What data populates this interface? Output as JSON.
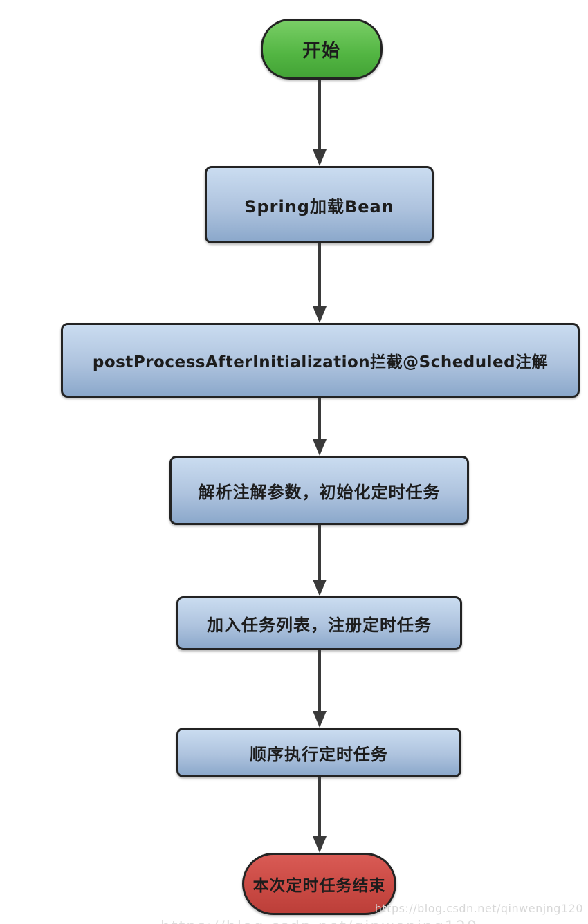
{
  "flowchart": {
    "nodes": [
      {
        "id": "start",
        "type": "start-terminator",
        "label": "开始"
      },
      {
        "id": "spring-load-bean",
        "type": "process",
        "label": "Spring加载Bean"
      },
      {
        "id": "post-process",
        "type": "process",
        "label": "postProcessAfterInitialization拦截@Scheduled注解"
      },
      {
        "id": "parse-annotation",
        "type": "process",
        "label": "解析注解参数，初始化定时任务"
      },
      {
        "id": "register-task",
        "type": "process",
        "label": "加入任务列表，注册定时任务"
      },
      {
        "id": "execute-task",
        "type": "process",
        "label": "顺序执行定时任务"
      },
      {
        "id": "end",
        "type": "end-terminator",
        "label": "本次定时任务结束"
      }
    ],
    "edges": [
      {
        "from": "start",
        "to": "spring-load-bean"
      },
      {
        "from": "spring-load-bean",
        "to": "post-process"
      },
      {
        "from": "post-process",
        "to": "parse-annotation"
      },
      {
        "from": "parse-annotation",
        "to": "register-task"
      },
      {
        "from": "register-task",
        "to": "execute-task"
      },
      {
        "from": "execute-task",
        "to": "end"
      }
    ],
    "colors": {
      "start_fill_top": "#79ce66",
      "start_fill_bottom": "#43a336",
      "process_fill_top": "#cadcf0",
      "process_fill_bottom": "#8ba8cb",
      "end_fill_top": "#d95b55",
      "end_fill_bottom": "#bc3f39",
      "node_border": "#232323",
      "arrow": "#3a3a3a",
      "text": "#1c1c1c",
      "watermark": "#d7d7d7"
    },
    "watermark": "https://blog.csdn.net/qinwenjng120"
  }
}
